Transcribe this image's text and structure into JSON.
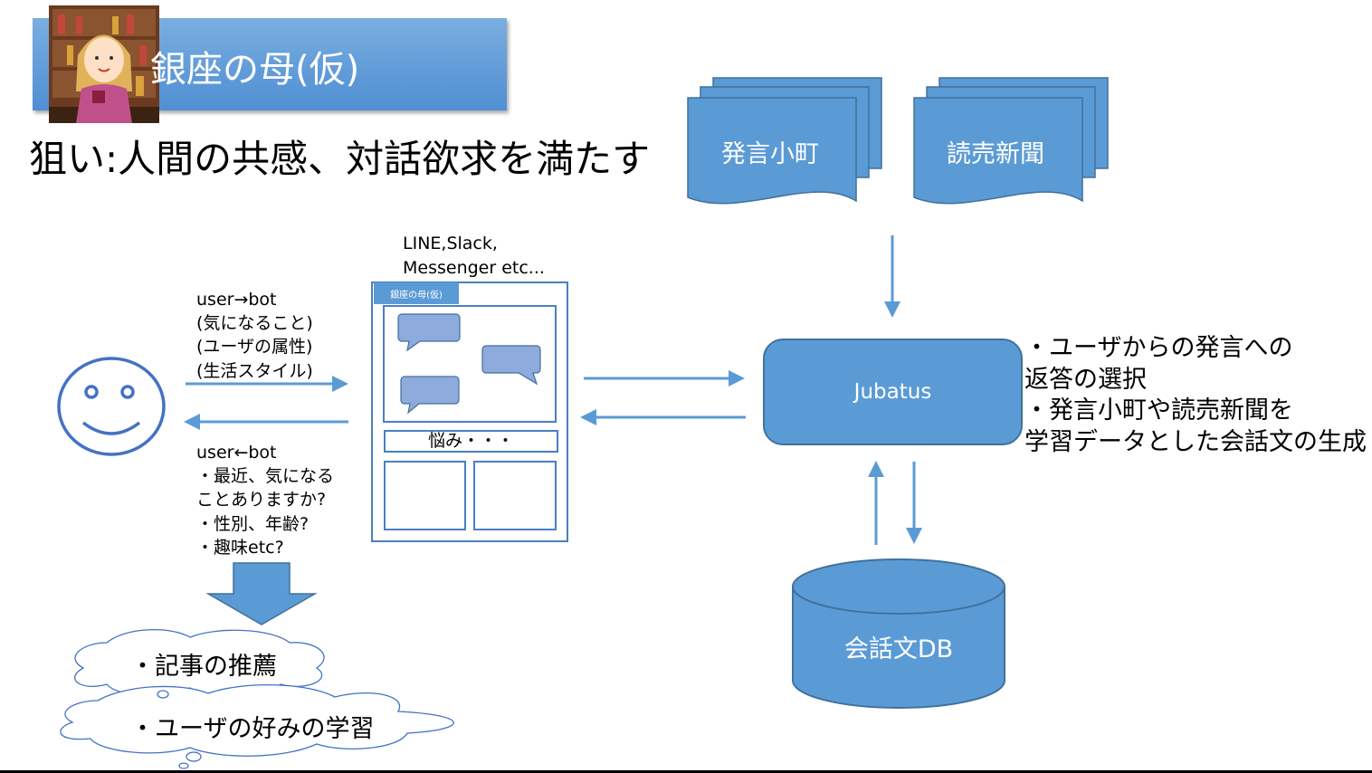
{
  "banner": {
    "title": "銀座の母(仮)"
  },
  "subtitle": "狙い:人間の共感、対話欲求を満たす",
  "sources": [
    {
      "label": "発言小町"
    },
    {
      "label": "読売新聞"
    }
  ],
  "platforms": {
    "line1": "LINE,Slack,",
    "line2": "Messenger etc..."
  },
  "app_mock": {
    "header": "銀座の母(仮)",
    "worry_field": "悩み・・・"
  },
  "user_to_bot": {
    "heading": "user→bot",
    "items": [
      "(気になること)",
      "(ユーザの属性)",
      "(生活スタイル)"
    ]
  },
  "bot_to_user": {
    "heading": "user←bot",
    "items": [
      "・最近、気になる",
      "ことありますか?",
      "・性別、年齢?",
      "・趣味etc?"
    ]
  },
  "outcomes": [
    "・記事の推薦",
    "・ユーザの好みの学習"
  ],
  "jubatus": {
    "label": "Jubatus",
    "notes": [
      "・ユーザからの発言への",
      "返答の選択",
      "・発言小町や読売新聞を",
      "学習データとした会話文の生成"
    ]
  },
  "database": {
    "label": "会話文DB"
  },
  "colors": {
    "accent": "#5b9bd5",
    "stroke": "#41719c",
    "face": "#4472c4"
  }
}
